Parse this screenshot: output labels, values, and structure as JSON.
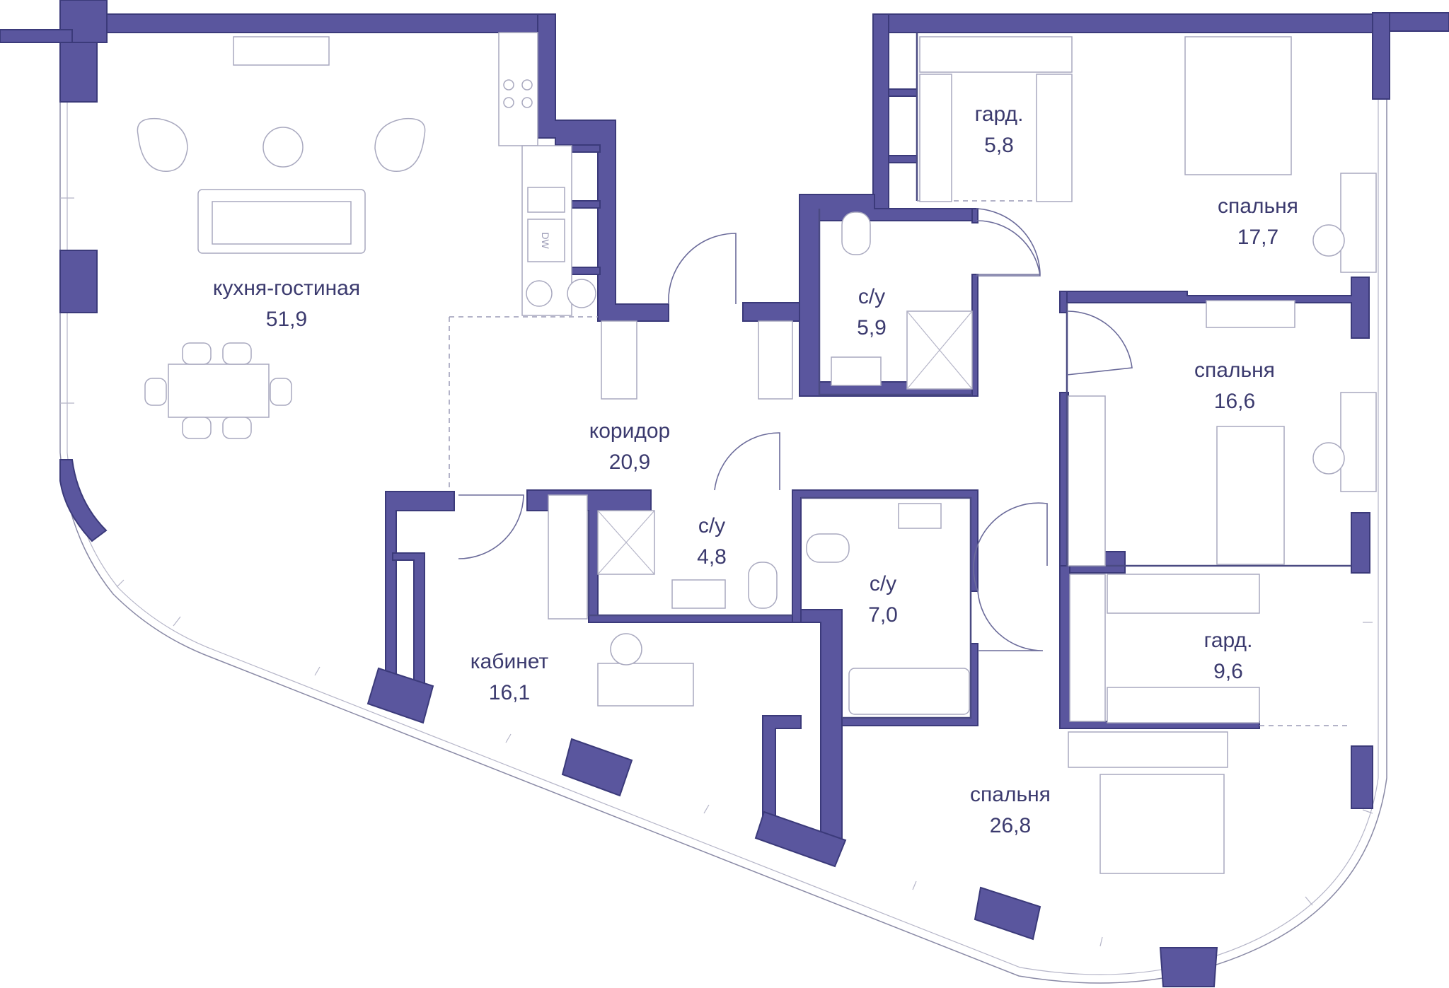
{
  "rooms": [
    {
      "id": "living",
      "name": "кухня-гостиная",
      "area": "51,9"
    },
    {
      "id": "wardrobe1",
      "name": "гард.",
      "area": "5,8"
    },
    {
      "id": "bedroom1",
      "name": "спальня",
      "area": "17,7"
    },
    {
      "id": "bath1",
      "name": "с/у",
      "area": "5,9"
    },
    {
      "id": "bedroom2",
      "name": "спальня",
      "area": "16,6"
    },
    {
      "id": "corridor",
      "name": "коридор",
      "area": "20,9"
    },
    {
      "id": "bath2",
      "name": "с/у",
      "area": "4,8"
    },
    {
      "id": "bath3",
      "name": "с/у",
      "area": "7,0"
    },
    {
      "id": "wardrobe2",
      "name": "гард.",
      "area": "9,6"
    },
    {
      "id": "office",
      "name": "кабинет",
      "area": "16,1"
    },
    {
      "id": "bedroom3",
      "name": "спальня",
      "area": "26,8"
    }
  ],
  "appliance_labels": {
    "dishwasher": "DW"
  },
  "colors": {
    "wall": "#5a569e",
    "text": "#3b3a6e",
    "line": "#8a8aa6"
  }
}
